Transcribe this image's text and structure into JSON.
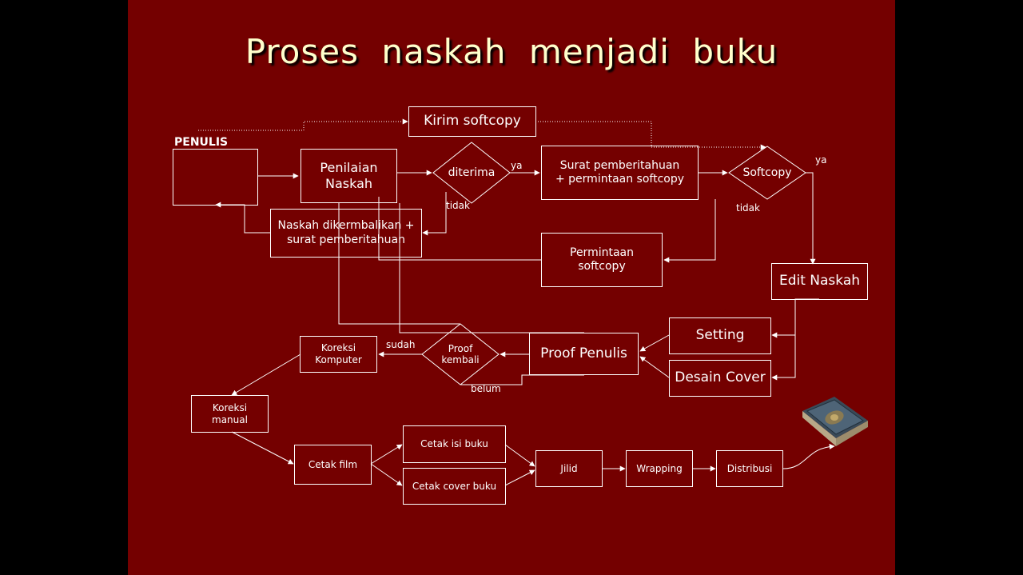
{
  "slide": {
    "title": "Proses  naskah  menjadi  buku"
  },
  "diagram": {
    "nodes": {
      "penulis_label": "PENULIS",
      "kirim_softcopy": "Kirim softcopy",
      "penilaian_naskah": "Penilaian Naskah",
      "diterima": "diterima",
      "surat_pemberitahuan": "Surat pemberitahuan + permintaan softcopy",
      "softcopy": "Softcopy",
      "naskah_dikembalikan": "Naskah dikermbalikan + surat pemberitahuan",
      "permintaan_softcopy": "Permintaan softcopy",
      "edit_naskah": "Edit Naskah",
      "setting": "Setting",
      "desain_cover": "Desain Cover",
      "proof_penulis": "Proof Penulis",
      "proof_kembali": "Proof kembali",
      "koreksi_komputer": "Koreksi Komputer",
      "koreksi_manual": "Koreksi manual",
      "cetak_film": "Cetak film",
      "cetak_isi_buku": "Cetak isi buku",
      "cetak_cover_buku": "Cetak cover buku",
      "jilid": "Jilid",
      "wrapping": "Wrapping",
      "distribusi": "Distribusi"
    },
    "edge_labels": {
      "diterima_ya": "ya",
      "diterima_tidak": "tidak",
      "softcopy_ya": "ya",
      "softcopy_tidak": "tidak",
      "proof_sudah": "sudah",
      "proof_belum": "belum"
    },
    "icons": {
      "book": "book-icon"
    },
    "colors": {
      "background": "#740000",
      "outer": "#000000",
      "title": "#ffffcc",
      "lines": "#ffffff"
    }
  }
}
